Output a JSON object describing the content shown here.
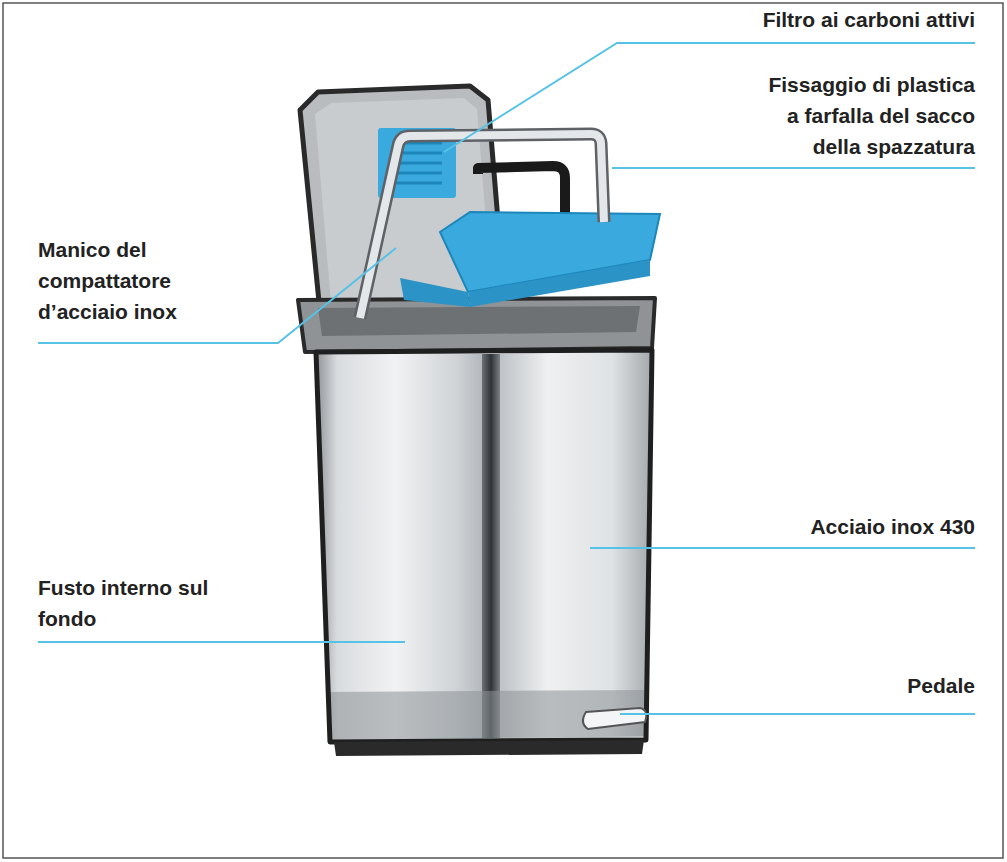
{
  "diagram": {
    "labels": [
      "Filtro ai carboni attivi",
      "Fissaggio di plastica a farfalla del sacco della spazzatura",
      "Manico del compattatore d’acciaio inox",
      "Acciaio inox 430",
      "Fusto interno sul fondo",
      "Pedale"
    ]
  }
}
